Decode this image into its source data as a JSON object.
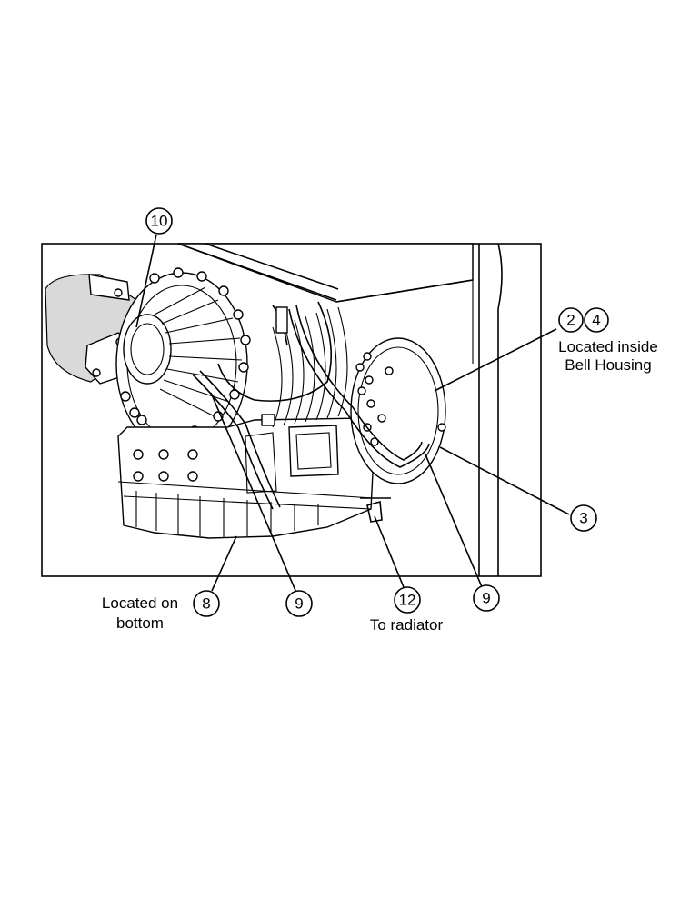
{
  "callouts": [
    {
      "id": "c10",
      "num": "10"
    },
    {
      "id": "c2",
      "num": "2"
    },
    {
      "id": "c4",
      "num": "4"
    },
    {
      "id": "c3",
      "num": "3"
    },
    {
      "id": "c8",
      "num": "8"
    },
    {
      "id": "c9a",
      "num": "9"
    },
    {
      "id": "c12",
      "num": "12"
    },
    {
      "id": "c9b",
      "num": "9"
    }
  ],
  "notes": {
    "bell_line1": "Located inside",
    "bell_line2": "Bell Housing",
    "bottom_line1": "Located on",
    "bottom_line2": "bottom",
    "radiator": "To radiator"
  }
}
